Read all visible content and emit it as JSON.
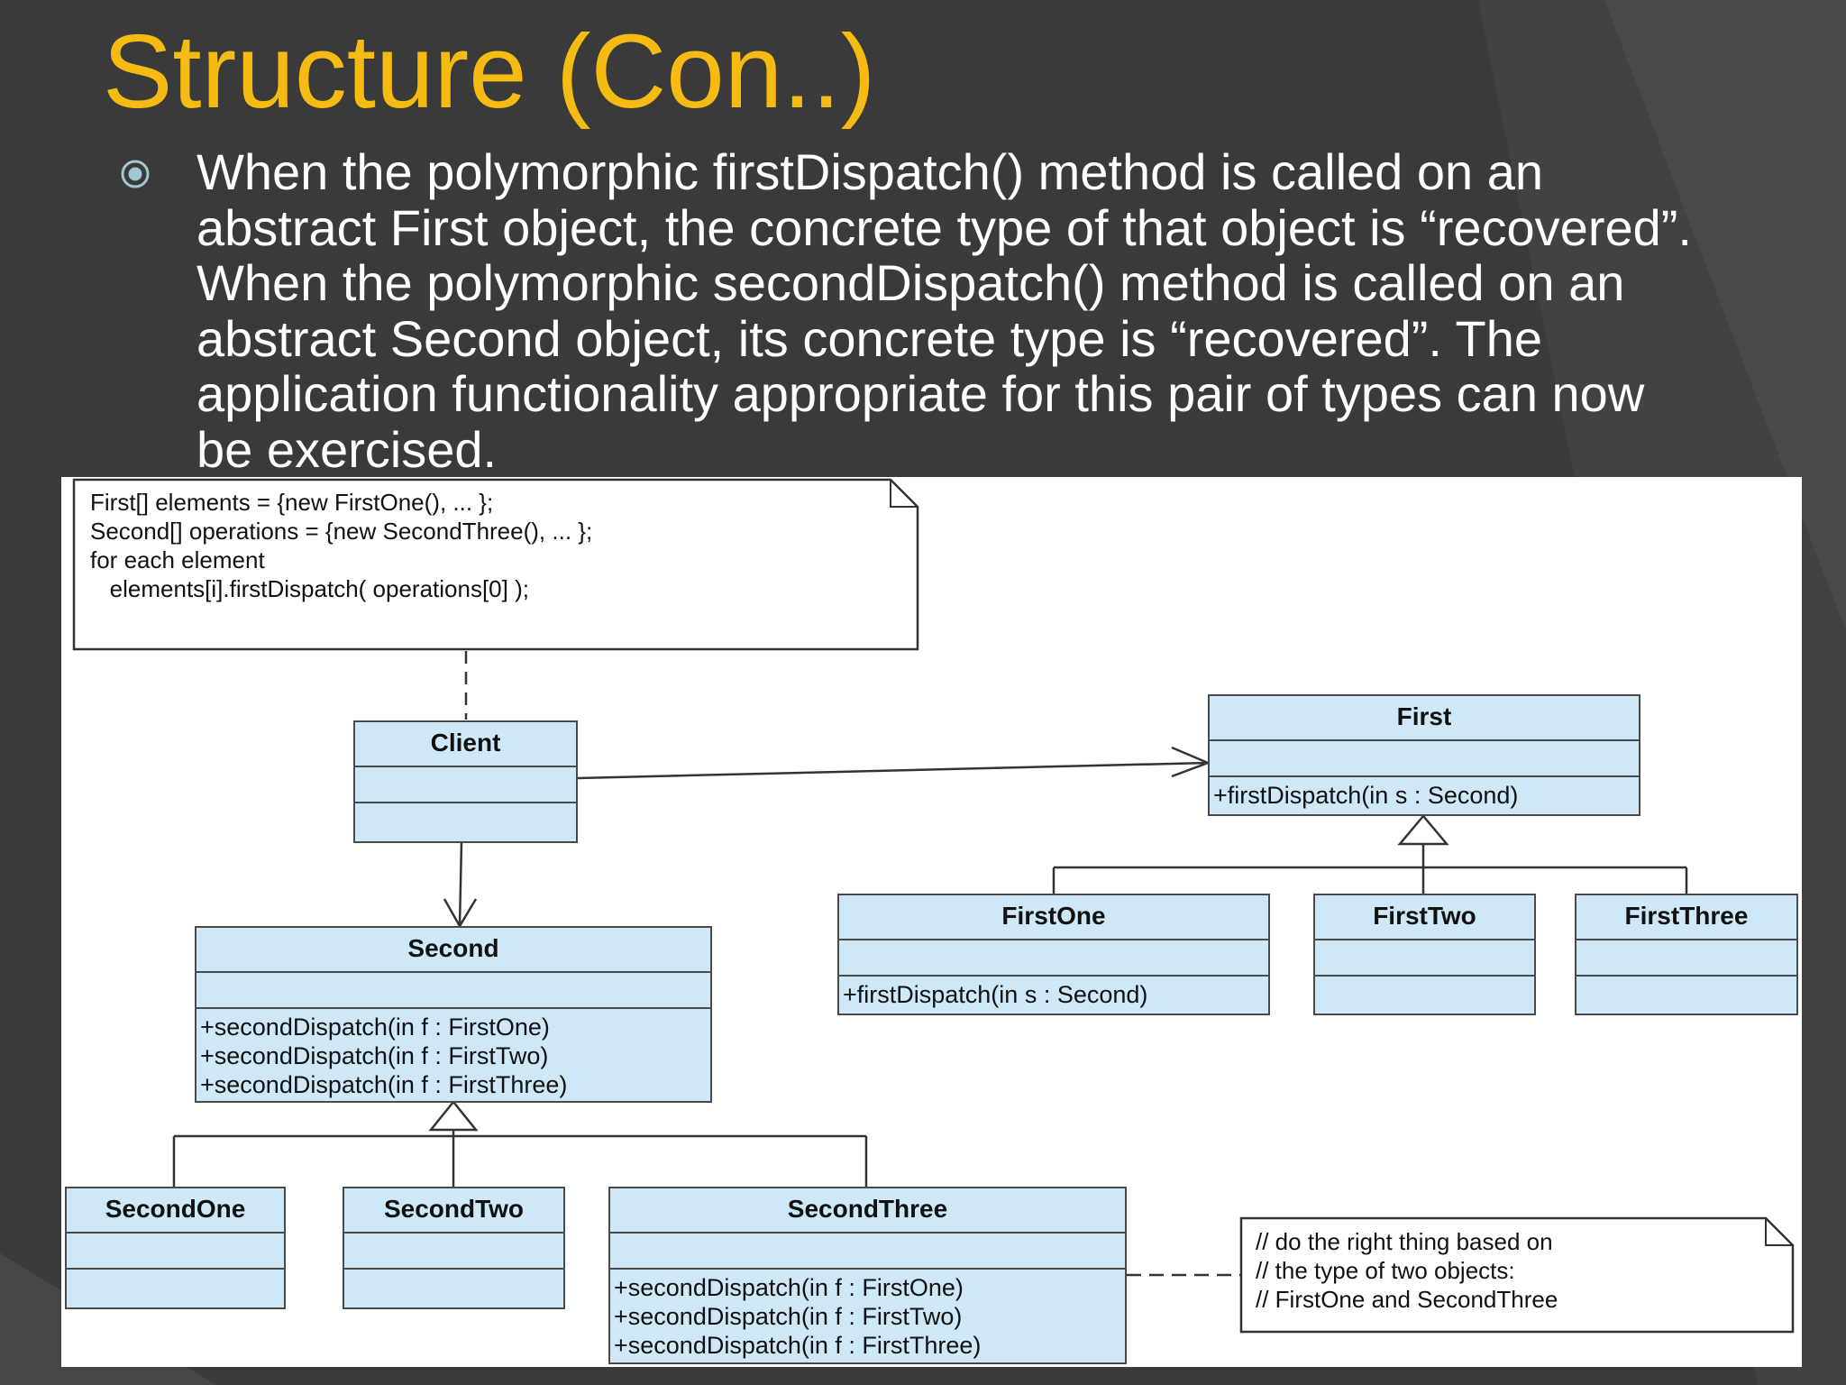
{
  "slide": {
    "title": "Structure (Con..)",
    "bullet_lines": [
      "When the polymorphic firstDispatch() method is called on an",
      "abstract First object, the concrete type of that object is “recovered”.",
      "When the polymorphic secondDispatch() method is called on an",
      "abstract Second object, its concrete type is “recovered”. The",
      "application functionality appropriate for this pair of types can now",
      "be exercised."
    ]
  },
  "diagram": {
    "note_top": [
      "First[] elements = {new FirstOne(), ... };",
      "Second[] operations = {new SecondThree(), ... };",
      "for each element",
      "   elements[i].firstDispatch( operations[0] );"
    ],
    "note_bottom": [
      "// do the right thing based on",
      "// the type of two objects:",
      "// FirstOne and SecondThree"
    ],
    "classes": {
      "client": {
        "name": "Client",
        "ops": []
      },
      "first": {
        "name": "First",
        "ops": [
          "+firstDispatch(in s : Second)"
        ]
      },
      "first_one": {
        "name": "FirstOne",
        "ops": [
          "+firstDispatch(in s : Second)"
        ]
      },
      "first_two": {
        "name": "FirstTwo",
        "ops": []
      },
      "first_three": {
        "name": "FirstThree",
        "ops": []
      },
      "second": {
        "name": "Second",
        "ops": [
          "+secondDispatch(in f : FirstOne)",
          "+secondDispatch(in f : FirstTwo)",
          "+secondDispatch(in f : FirstThree)"
        ]
      },
      "second_one": {
        "name": "SecondOne",
        "ops": []
      },
      "second_two": {
        "name": "SecondTwo",
        "ops": []
      },
      "second_three": {
        "name": "SecondThree",
        "ops": [
          "+secondDispatch(in f : FirstOne)",
          "+secondDispatch(in f : FirstTwo)",
          "+secondDispatch(in f : FirstThree)"
        ]
      }
    },
    "colors": {
      "class_fill": "#cfe8f7",
      "line": "#333333",
      "title": "#f5bb12"
    }
  }
}
